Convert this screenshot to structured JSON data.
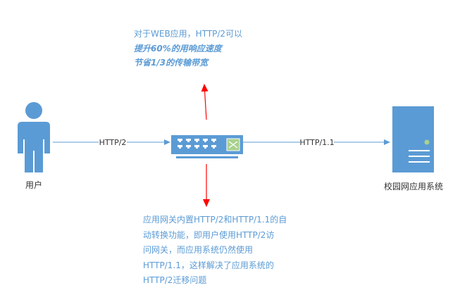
{
  "nodes": {
    "user": "用户",
    "server": "校园网应用系统"
  },
  "links": {
    "user_to_gateway": "HTTP/2",
    "gateway_to_server": "HTTP/1.1"
  },
  "top_note": {
    "line1": "对于WEB应用，HTTP/2可以",
    "line2": "提升60%的用响应速度",
    "line3": "节省1/3的传输带宽"
  },
  "bottom_note": {
    "lines": [
      "应用网关内置HTTP/2和HTTP/1.1的自",
      "动转换功能，即用户使用HTTP/2访",
      "问网关，而应用系统仍然使用",
      "HTTP/1.1，这样解决了应用系统的",
      "HTTP/2迁移问题"
    ]
  },
  "colors": {
    "primary": "#5b9bd5",
    "arrow_red": "#ff0000",
    "switch_icon": "#a9d18e"
  }
}
